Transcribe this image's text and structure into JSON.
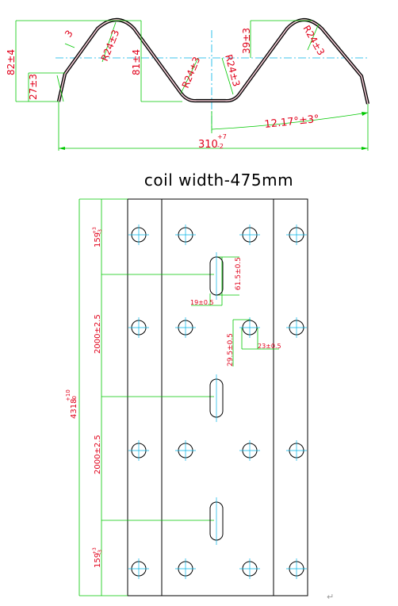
{
  "profile": {
    "overall_height": "82±4",
    "end_flange": "27±3",
    "end_angle": "3",
    "bend_radius_left": "R24±3",
    "inner_height": "81±4",
    "bend_radius_bottom_left": "R24±3",
    "bend_radius_bottom_right": "R24±3",
    "crest_height": "39±3",
    "bend_radius_right": "R24±3",
    "flare_angle": "12.17°±3°",
    "overall_width_base": "310",
    "overall_width_tol_upper": "+7",
    "overall_width_tol_lower": "-2"
  },
  "coil_width_label": "coil width-475mm",
  "plate": {
    "total_length_base": "4318",
    "total_length_tol": "+10",
    "total_length_tol_lower": "-0",
    "end_pitch_top": "159",
    "end_pitch_top_tol_upper": "+3",
    "end_pitch_top_tol_lower": "-3",
    "mid_pitch_1": "2000±2.5",
    "mid_pitch_2": "2000±2.5",
    "end_pitch_bottom": "159",
    "end_pitch_bottom_tol_upper": "+3",
    "end_pitch_bottom_tol_lower": "-3",
    "slot_length": "61.5±0.5",
    "slot_width": "19±0.5",
    "hole_offset_x": "29.5±0.5",
    "hole_diameter": "23±0.5"
  },
  "colors": {
    "outline": "#000000",
    "dimension_line": "#00c800",
    "center_line": "#00b4e6",
    "dimension_text": "#e0001a",
    "profile_fill": "#f0c8d2"
  },
  "paragraph_mark": "↵"
}
